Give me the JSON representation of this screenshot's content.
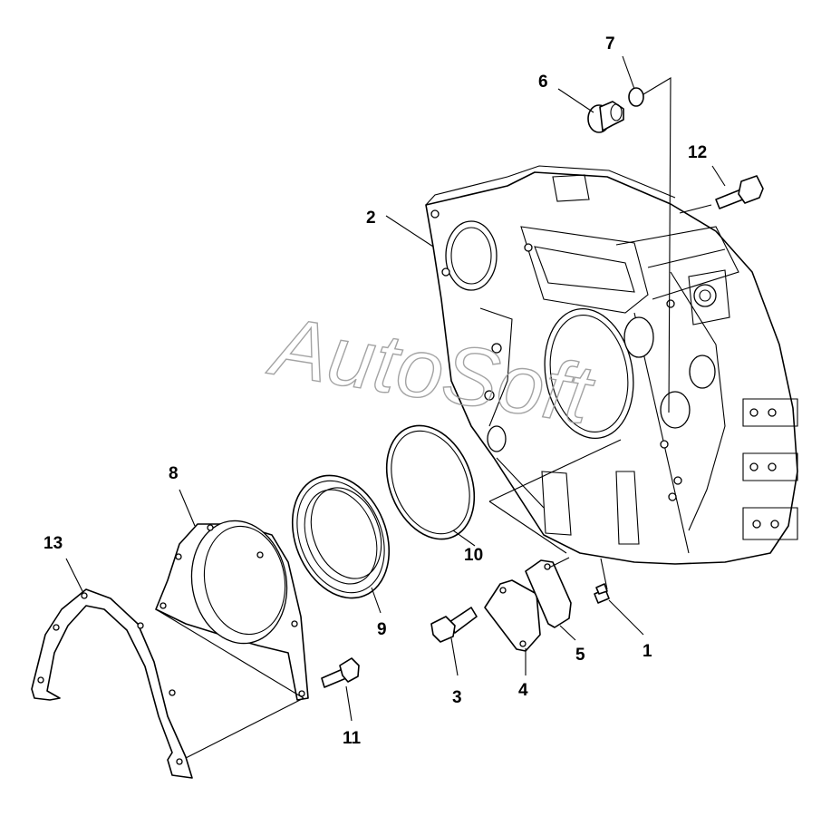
{
  "watermark": "AutoSoft",
  "callouts": {
    "p1": "1",
    "p2": "2",
    "p3": "3",
    "p4": "4",
    "p5": "5",
    "p6": "6",
    "p7": "7",
    "p8": "8",
    "p9": "9",
    "p10": "10",
    "p11": "11",
    "p12": "12",
    "p13": "13"
  },
  "colors": {
    "line": "#000000",
    "background": "#ffffff",
    "watermark": "#9a9a9a"
  }
}
